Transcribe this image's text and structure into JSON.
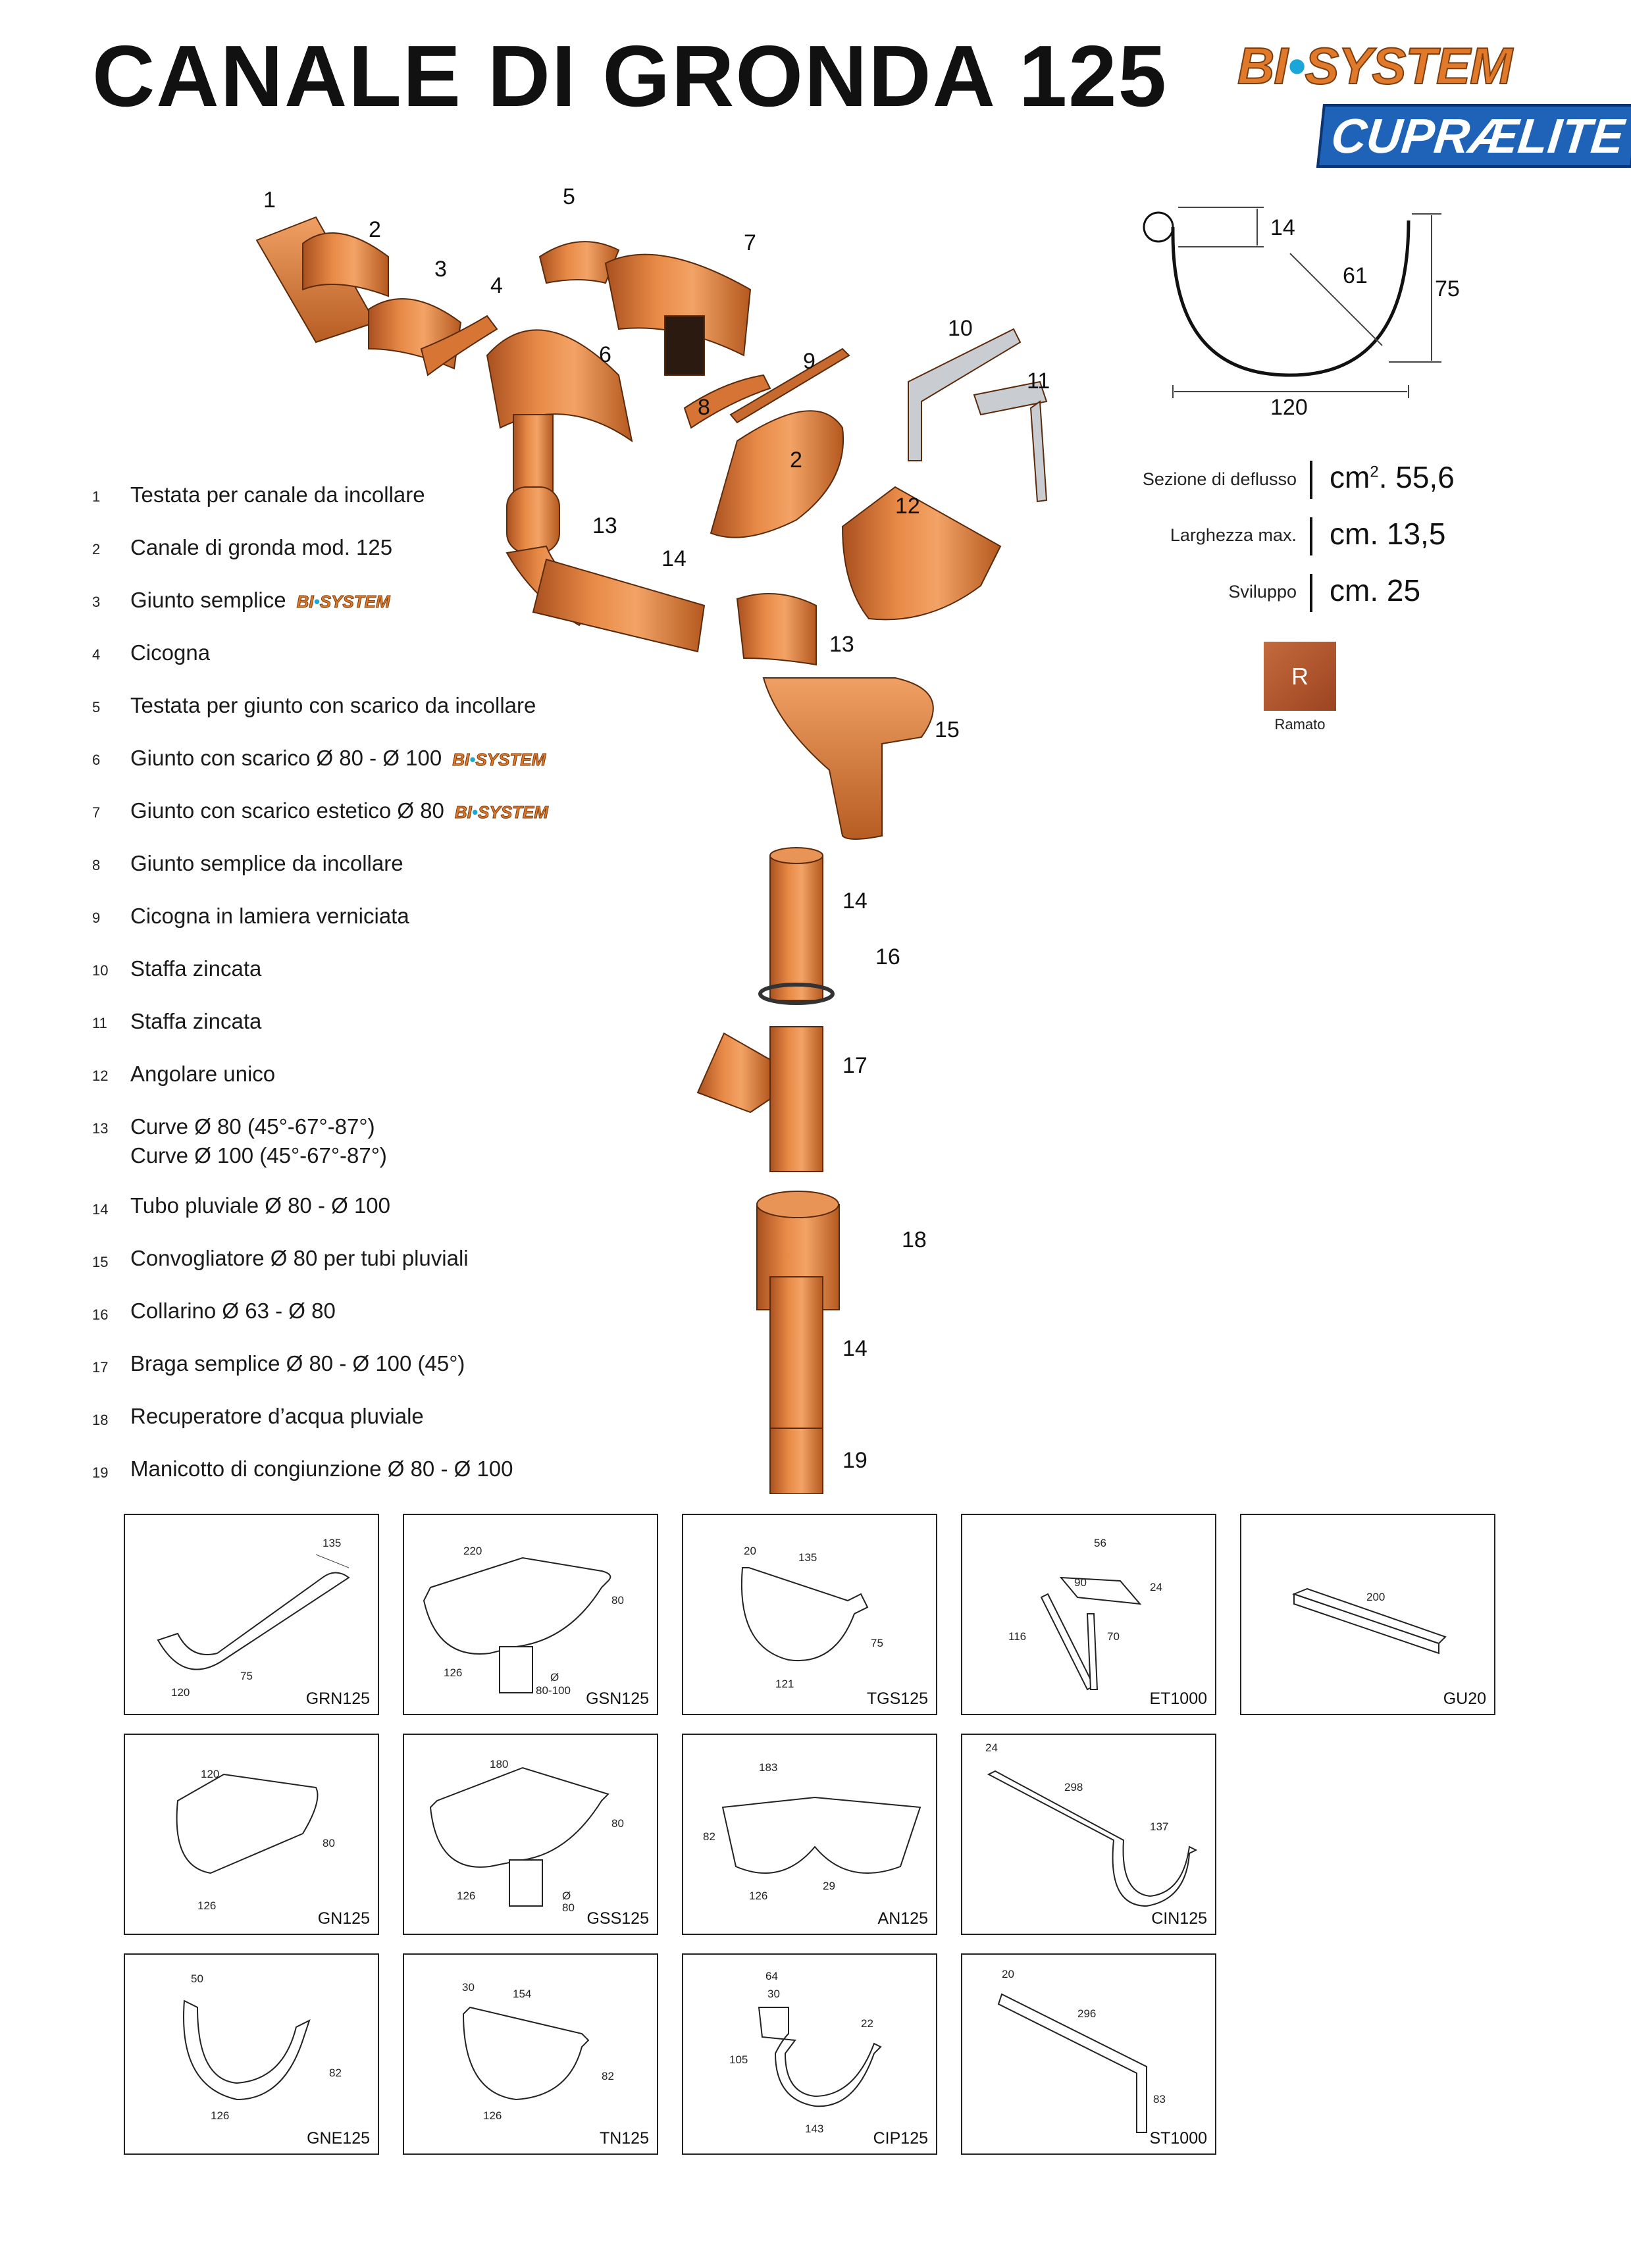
{
  "page": {
    "title": "CANALE DI GRONDA 125",
    "logo_bisystem": {
      "left": "BI",
      "right": "SYSTEM"
    },
    "logo_cupraelite": "CUPRÆLITE"
  },
  "section_diagram": {
    "radius": "61",
    "height": "75",
    "lip": "14",
    "width": "120"
  },
  "specs": [
    {
      "label": "Sezione di deflusso",
      "value_prefix": "cm",
      "value_sup": "2",
      "value_suffix": ". 55,6"
    },
    {
      "label": "Larghezza max.",
      "value": "cm. 13,5"
    },
    {
      "label": "Sviluppo",
      "value": "cm. 25"
    }
  ],
  "swatch": {
    "letter": "R",
    "label": "Ramato",
    "color": "#b5542a"
  },
  "brand_badge": {
    "left": "BI",
    "right": "SYSTEM"
  },
  "legend": [
    {
      "num": "1",
      "text": "Testata per canale da incollare",
      "badge": false
    },
    {
      "num": "2",
      "text": "Canale di gronda mod. 125",
      "badge": false
    },
    {
      "num": "3",
      "text": "Giunto semplice",
      "badge": true
    },
    {
      "num": "4",
      "text": "Cicogna",
      "badge": false
    },
    {
      "num": "5",
      "text": "Testata per giunto con scarico da incollare",
      "badge": false
    },
    {
      "num": "6",
      "text": "Giunto con scarico Ø 80 - Ø 100",
      "badge": true
    },
    {
      "num": "7",
      "text": "Giunto con scarico estetico Ø 80",
      "badge": true
    },
    {
      "num": "8",
      "text": "Giunto semplice da incollare",
      "badge": false
    },
    {
      "num": "9",
      "text": "Cicogna in lamiera verniciata",
      "badge": false
    },
    {
      "num": "10",
      "text": "Staffa zincata",
      "badge": false
    },
    {
      "num": "11",
      "text": "Staffa zincata",
      "badge": false
    },
    {
      "num": "12",
      "text": "Angolare unico",
      "badge": false
    },
    {
      "num": "13",
      "text": "Curve Ø 80 (45°-67°-87°)",
      "text2": "Curve Ø 100 (45°-67°-87°)",
      "badge": false
    },
    {
      "num": "14",
      "text": "Tubo pluviale Ø 80 - Ø 100",
      "badge": false
    },
    {
      "num": "15",
      "text": "Convogliatore Ø 80 per tubi pluviali",
      "badge": false
    },
    {
      "num": "16",
      "text": "Collarino Ø 63 - Ø 80",
      "badge": false
    },
    {
      "num": "17",
      "text": "Braga semplice Ø 80 - Ø 100 (45°)",
      "badge": false
    },
    {
      "num": "18",
      "text": "Recuperatore d’acqua pluviale",
      "badge": false
    },
    {
      "num": "19",
      "text": "Manicotto di congiunzione Ø 80 - Ø 100",
      "badge": false
    }
  ],
  "callouts": [
    "1",
    "2",
    "3",
    "4",
    "5",
    "6",
    "7",
    "8",
    "9",
    "10",
    "11",
    "2",
    "12",
    "13",
    "14",
    "13",
    "15",
    "14",
    "16",
    "17",
    "18",
    "14",
    "19"
  ],
  "products": [
    {
      "code": "GRN125",
      "dims": [
        "135",
        "120",
        "75"
      ]
    },
    {
      "code": "GSN125",
      "dims": [
        "220",
        "80",
        "126",
        "Ø",
        "80-100"
      ]
    },
    {
      "code": "TGS125",
      "dims": [
        "20",
        "135",
        "75",
        "121"
      ]
    },
    {
      "code": "ET1000",
      "dims": [
        "56",
        "90",
        "24",
        "116",
        "70"
      ]
    },
    {
      "code": "GU20",
      "dims": [
        "200"
      ]
    },
    {
      "code": "GN125",
      "dims": [
        "120",
        "80",
        "126"
      ]
    },
    {
      "code": "GSS125",
      "dims": [
        "180",
        "80",
        "126",
        "Ø",
        "80"
      ]
    },
    {
      "code": "AN125",
      "dims": [
        "183",
        "82",
        "126",
        "29"
      ]
    },
    {
      "code": "CIN125",
      "dims": [
        "24",
        "298",
        "137"
      ]
    },
    {
      "code": "GNE125",
      "dims": [
        "50",
        "82",
        "126"
      ]
    },
    {
      "code": "TN125",
      "dims": [
        "30",
        "154",
        "82",
        "126"
      ]
    },
    {
      "code": "CIP125",
      "dims": [
        "64",
        "30",
        "22",
        "105",
        "143"
      ]
    },
    {
      "code": "ST1000",
      "dims": [
        "20",
        "296",
        "83"
      ]
    }
  ],
  "colors": {
    "copper": "#d9793a",
    "copper_dark": "#9a4a1c",
    "copper_light": "#f0a76a"
  }
}
